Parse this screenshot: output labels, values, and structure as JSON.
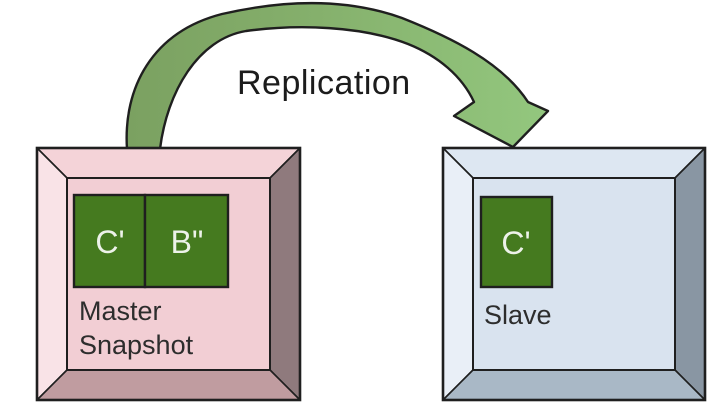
{
  "diagram": {
    "background": "#ffffff",
    "outline_color": "#1f1f1f",
    "arrow": {
      "label": "Replication",
      "label_color": "#1c1c1c",
      "gradient_start": "#7ba161",
      "gradient_mid": "#85b06c",
      "gradient_end": "#93c77e"
    },
    "block_color": "#457a1f",
    "block_text_color": "#edf2e9",
    "label_text_color": "#2d2d2d",
    "master": {
      "labels": [
        "Master",
        "Snapshot"
      ],
      "blocks": [
        "C'",
        "B\""
      ],
      "colors": {
        "face": "#f2ced4",
        "bevel_top": "#f4d3d8",
        "bevel_left": "#f9e3e7",
        "bevel_right": "#8f7a7d",
        "bevel_bottom": "#c09ca0"
      }
    },
    "slave": {
      "label": "Slave",
      "blocks": [
        "C'"
      ],
      "colors": {
        "face": "#d9e3ef",
        "bevel_top": "#dde7f2",
        "bevel_left": "#e9eff7",
        "bevel_right": "#8996a3",
        "bevel_bottom": "#a9b8c6"
      }
    }
  }
}
